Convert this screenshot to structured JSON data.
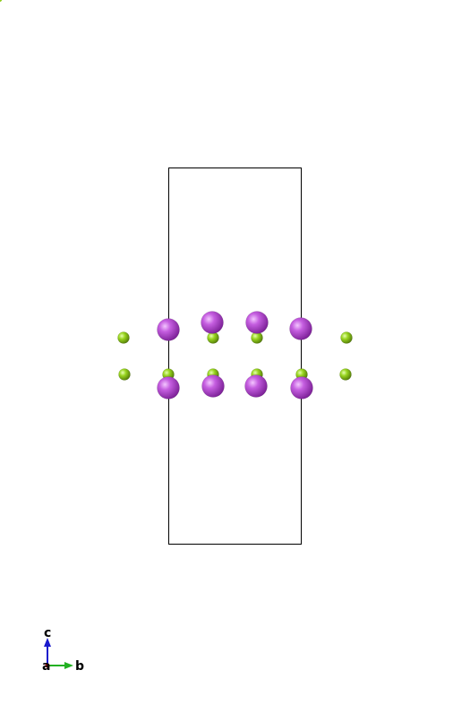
{
  "axes": {
    "a_label": "a",
    "b_label": "b",
    "c_label": "c"
  },
  "colors": {
    "large_atom": "#b84fd6",
    "small_atom": "#8fcc1e",
    "cell_edge": "#000000",
    "axis_b": "#22b022",
    "axis_c": "#1a1acc",
    "axis_a": "#cc1a1a"
  }
}
